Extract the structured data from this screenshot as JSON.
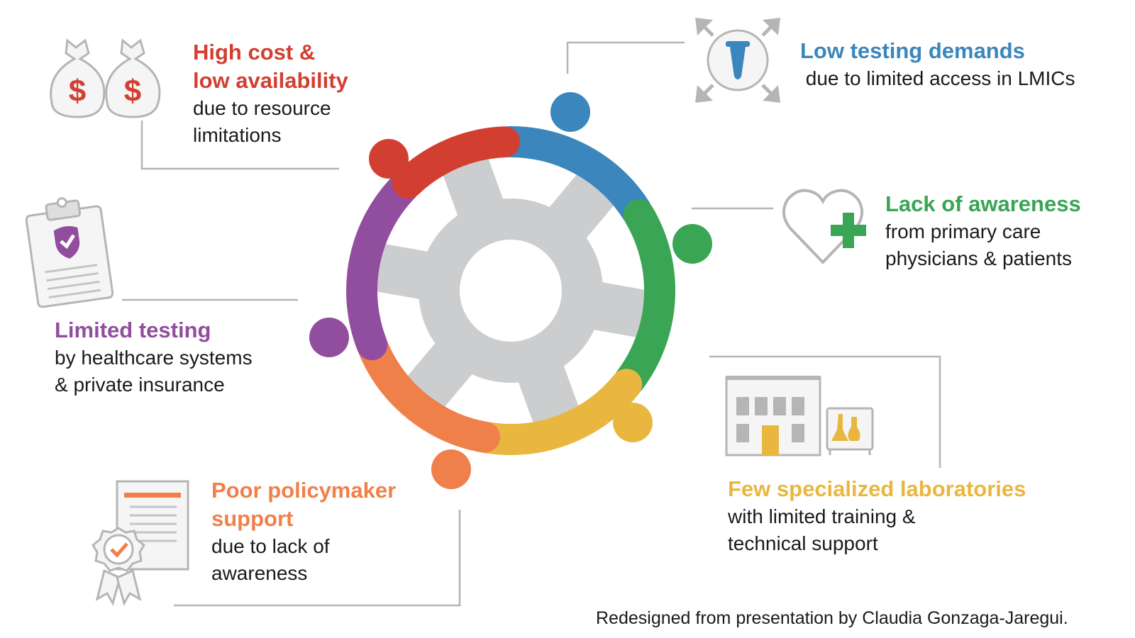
{
  "items": [
    {
      "title_lines": [
        "High cost &",
        "low availability"
      ],
      "body_lines": [
        "due to resource",
        "limitations"
      ],
      "color": "#d23f31",
      "icon": "money-bags-icon"
    },
    {
      "title_lines": [
        "Low testing demands"
      ],
      "body_lines": [
        " due to limited access in LMICs"
      ],
      "color": "#3a86bd",
      "icon": "test-tube-expand-icon"
    },
    {
      "title_lines": [
        "Lack of awareness"
      ],
      "body_lines": [
        "from primary care",
        "physicians & patients"
      ],
      "color": "#3aa555",
      "icon": "heart-plus-icon"
    },
    {
      "title_lines": [
        "Limited testing"
      ],
      "body_lines": [
        "by healthcare systems",
        "& private insurance"
      ],
      "color": "#914e9e",
      "icon": "clipboard-shield-icon"
    },
    {
      "title_lines": [
        "Poor policymaker",
        "support"
      ],
      "body_lines": [
        "due to lack of",
        "awareness"
      ],
      "color": "#f0804a",
      "icon": "certificate-icon"
    },
    {
      "title_lines": [
        "Few specialized laboratories"
      ],
      "body_lines": [
        "with limited training &",
        "technical support"
      ],
      "color": "#e9b73f",
      "icon": "laboratory-building-icon"
    }
  ],
  "credit": "Redesigned from presentation by Claudia Gonzaga-Jaregui.",
  "icon_symbols": {
    "dollar": "$"
  }
}
